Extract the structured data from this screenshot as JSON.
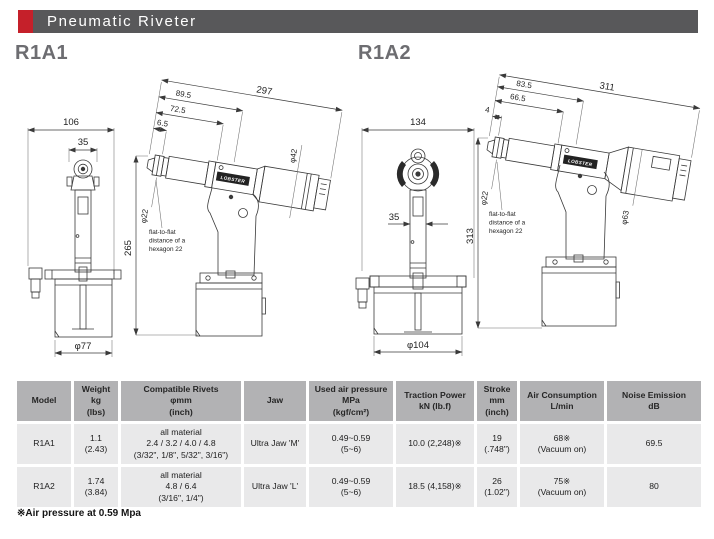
{
  "header": {
    "title": "Pneumatic Riveter"
  },
  "colors": {
    "accent_red": "#c5202a",
    "bar_gray": "#58585a",
    "table_header_bg": "#b2b2b4",
    "row_bg": "#e9e9ea"
  },
  "products": [
    {
      "name": "R1A1",
      "brand": "LOBSTER",
      "dims": {
        "front_overall": "106",
        "head_width": "35",
        "front_diameter": "φ77",
        "overall_length": "297",
        "len_a": "89.5",
        "len_b": "72.5",
        "len_c": "6.5",
        "barrel_diameter": "φ42",
        "nose_diameter": "φ22",
        "height": "265",
        "hex_note": [
          "flat-to-flat",
          "distance of a",
          "hexagon 22"
        ]
      }
    },
    {
      "name": "R1A2",
      "brand": "LOBSTER",
      "dims": {
        "front_overall": "134",
        "head_width": "35",
        "front_diameter": "φ104",
        "overall_length": "311",
        "len_a": "83.5",
        "len_b": "66.5",
        "len_c": "4",
        "barrel_diameter": "φ63",
        "nose_diameter": "φ22",
        "height": "313",
        "hex_note": [
          "flat-to-flat",
          "distance of a",
          "hexagon 22"
        ]
      }
    }
  ],
  "table": {
    "columns": [
      "Model",
      "Weight\nkg\n(lbs)",
      "Compatible Rivets\nφmm\n(inch)",
      "Jaw",
      "Used air pressure\nMPa\n(kgf/cm²)",
      "Traction Power\nkN (lb.f)",
      "Stroke\nmm\n(inch)",
      "Air Consumption\nL/min",
      "Noise Emission\ndB"
    ],
    "rows": [
      {
        "cells": [
          "R1A1",
          "1.1\n(2.43)",
          "all material\n2.4 / 3.2 / 4.0 / 4.8\n(3/32\", 1/8\", 5/32\", 3/16\")",
          "Ultra Jaw 'M'",
          "0.49~0.59\n(5~6)",
          "10.0 (2,248)※",
          "19\n(.748\")",
          "68※\n(Vacuum on)",
          "69.5"
        ]
      },
      {
        "cells": [
          "R1A2",
          "1.74\n(3.84)",
          "all material\n4.8 / 6.4\n(3/16\", 1/4\")",
          "Ultra Jaw 'L'",
          "0.49~0.59\n(5~6)",
          "18.5 (4,158)※",
          "26\n(1.02\")",
          "75※\n(Vacuum on)",
          "80"
        ]
      }
    ]
  },
  "footnote": "※Air pressure at 0.59 Mpa"
}
